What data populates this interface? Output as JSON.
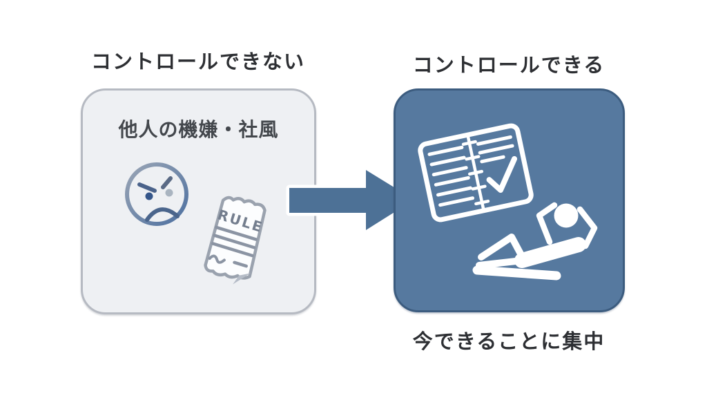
{
  "left_panel": {
    "label": "コントロールできない",
    "box_text": "他人の機嫌・社風",
    "rule_text": "RULE"
  },
  "right_panel": {
    "label": "コントロールできる",
    "caption": "今できることに集中"
  },
  "arrow": {
    "direction": "left-to-right"
  },
  "icons": {
    "left_box": [
      "angry-face-icon",
      "rule-document-icon"
    ],
    "right_box": [
      "checklist-notebook-icon",
      "relaxing-person-icon"
    ]
  },
  "colors": {
    "background": "#ffffff",
    "left_box_fill": "#eef0f3",
    "left_box_border": "#b6bac2",
    "right_box_fill": "#56799f",
    "right_box_border": "#3c5c7f",
    "arrow_fill": "#4d7196",
    "label_text": "#2d2f33",
    "box_text": "#43474c"
  }
}
